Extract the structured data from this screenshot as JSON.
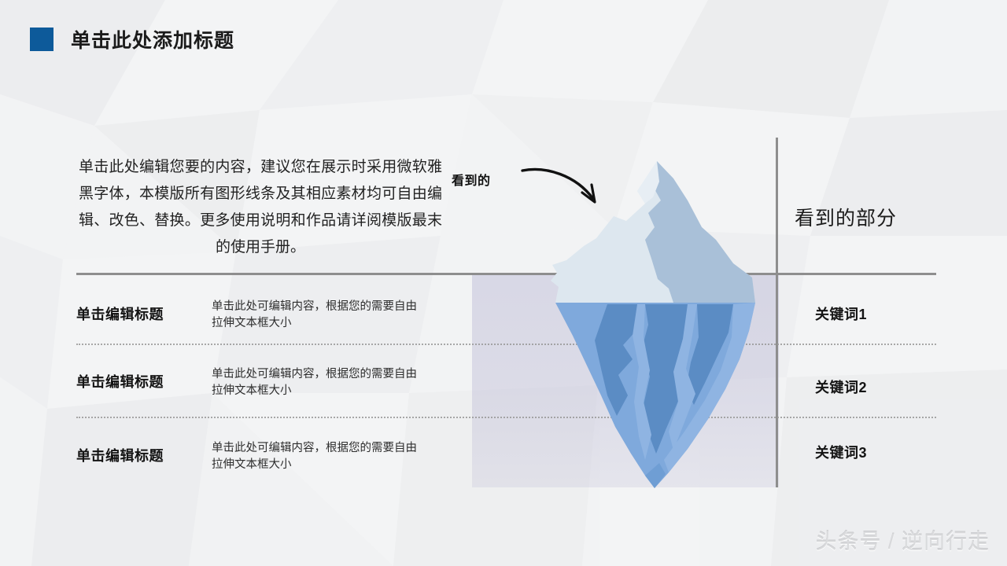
{
  "slide": {
    "title": "单击此处添加标题",
    "accent_color": "#0d5a9a",
    "background_color": "#f1f2f3",
    "line_color": "#8e8e8e"
  },
  "intro": {
    "paragraph": "单击此处编辑您要的内容，建议您在展示时采用微软雅黑字体，本模版所有图形线条及其相应素材均可自由编辑、改色、替换。更多使用说明和作品请详阅模版最末的使用手册。"
  },
  "callout": {
    "label": "看到的",
    "arrow_icon": "curved-arrow-down-right-icon"
  },
  "diagram": {
    "name": "iceberg-diagram",
    "tip_light_color": "#dde7ef",
    "tip_shadow_color": "#a9c0d8",
    "underwater_light_color": "#7fa9dc",
    "underwater_dark_color": "#5b8cc4",
    "water_tint_color": "#b7b5d4"
  },
  "right_column": {
    "header": "看到的部分",
    "keywords": [
      {
        "label": "关键词1"
      },
      {
        "label": "关键词2"
      },
      {
        "label": "关键词3"
      }
    ]
  },
  "list": {
    "items": [
      {
        "title": "单击编辑标题",
        "desc": "单击此处可编辑内容，根据您的需要自由拉伸文本框大小"
      },
      {
        "title": "单击编辑标题",
        "desc": "单击此处可编辑内容，根据您的需要自由拉伸文本框大小"
      },
      {
        "title": "单击编辑标题",
        "desc": "单击此处可编辑内容，根据您的需要自由拉伸文本框大小"
      }
    ]
  },
  "watermark": {
    "text": "头条号 / 逆向行走"
  }
}
